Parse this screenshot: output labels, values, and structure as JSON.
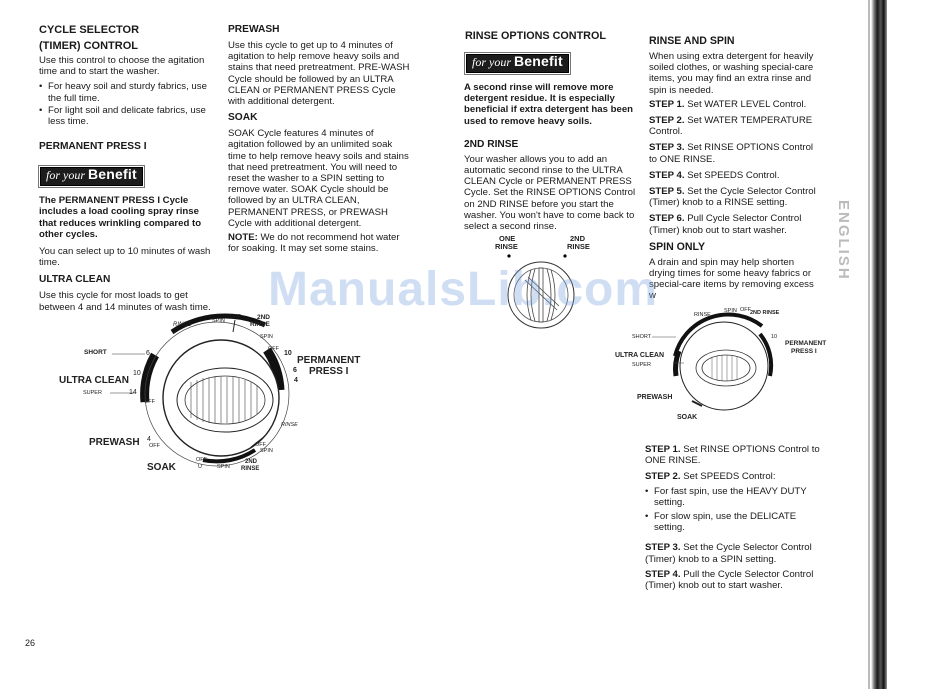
{
  "page_number": "26",
  "watermark": "ManualsLib.com",
  "side_tab": "ENGLISH",
  "benefit": {
    "prefix": "for your",
    "word": "Benefit"
  },
  "col1": {
    "title1": "CYCLE SELECTOR",
    "title2": "(TIMER) CONTROL",
    "intro": "Use this control to choose the agitation time and to start the washer.",
    "bullets": [
      "For heavy soil and sturdy fabrics, use the full time.",
      "For light soil and delicate fabrics, use less time."
    ],
    "pp_title": "PERMANENT PRESS I",
    "pp_benefit": "The PERMANENT PRESS I Cycle includes a load cooling spray rinse that reduces wrinkling compared to other cycles.",
    "pp_text": "You can select up to 10 minutes of wash time.",
    "uc_title": "ULTRA CLEAN",
    "uc_text": "Use this cycle for most loads to get between 4 and 14 minutes of wash time."
  },
  "col2": {
    "prewash_title": "PREWASH",
    "prewash_text": "Use this cycle to get up to 4 minutes of agitation to help remove heavy soils and stains that need pretreatment. PRE-WASH Cycle should be followed by an ULTRA CLEAN or PERMANENT PRESS Cycle with additional detergent.",
    "soak_title": "SOAK",
    "soak_text": "SOAK Cycle features 4 minutes of agitation followed by an unlimited soak time to help remove heavy soils and stains that need pretreatment. You will need to reset the washer to a SPIN setting to remove water. SOAK Cycle should be followed by an ULTRA CLEAN, PERMANENT PRESS, or PREWASH Cycle with additional detergent.",
    "note_label": "NOTE:",
    "note_text": "We do not recommend hot water for soaking. It may set some stains."
  },
  "col3": {
    "title": "RINSE OPTIONS CONTROL",
    "benefit_text": "A second rinse will remove more detergent residue. It is especially beneficial if extra detergent has been used to remove heavy soils.",
    "r2_title": "2ND RINSE",
    "r2_text": "Your washer allows you to add an automatic second rinse to the ULTRA CLEAN Cycle or PERMANENT PRESS Cycle. Set the RINSE OPTIONS Control on 2ND RINSE before you start the washer. You won't have to come back to select a second rinse.",
    "dial_one": "ONE",
    "dial_rinse1": "RINSE",
    "dial_2nd": "2ND",
    "dial_rinse2": "RINSE"
  },
  "col4": {
    "title": "RINSE AND SPIN",
    "intro": "When using extra detergent for heavily soiled clothes, or washing special-care items, you may find an extra rinse and spin is needed.",
    "steps": [
      {
        "label": "STEP 1.",
        "text": "Set WATER LEVEL Control."
      },
      {
        "label": "STEP 2.",
        "text": "Set WATER TEMPERATURE Control."
      },
      {
        "label": "STEP 3.",
        "text": "Set RINSE OPTIONS Control to ONE RINSE."
      },
      {
        "label": "STEP 4.",
        "text": "Set SPEEDS Control."
      },
      {
        "label": "STEP 5.",
        "text": "Set the Cycle Selector Control (Timer) knob to a RINSE setting."
      },
      {
        "label": "STEP 6.",
        "text": "Pull Cycle Selector Control (Timer) knob out to start washer."
      }
    ],
    "spin_title": "SPIN ONLY",
    "spin_intro": "A drain and spin may help shorten drying times for some heavy fabrics or special-care items by removing excess w",
    "spin_steps": [
      {
        "label": "STEP 1.",
        "text": "Set RINSE OPTIONS Control to ONE RINSE."
      },
      {
        "label": "STEP 2.",
        "text": "Set SPEEDS Control:"
      }
    ],
    "spin_bullets": [
      "For fast spin, use the HEAVY DUTY setting.",
      "For slow spin, use the DELICATE setting."
    ],
    "spin_steps2": [
      {
        "label": "STEP 3.",
        "text": "Set the Cycle Selector Control (Timer) knob to a SPIN setting."
      },
      {
        "label": "STEP 4.",
        "text": "Pull the Cycle Selector Control (Timer) knob out to start washer."
      }
    ]
  },
  "big_dial": {
    "rinse": "RINSE",
    "spin": "SPIN",
    "off": "OFF",
    "n2nd": "2ND",
    "rinse2": "RINSE",
    "short": "SHORT",
    "n6": "6",
    "n10": "10",
    "permanent": "PERMANENT",
    "n6b": "6",
    "press": "PRESS I",
    "n4": "4",
    "n10b": "10",
    "ultra": "ULTRA CLEAN",
    "super": "SUPER",
    "n14": "14",
    "off2": "OFF",
    "prewash": "PREWASH",
    "n4b": "4",
    "off3": "OFF",
    "soak": "SOAK",
    "off4": "OFF",
    "u": "U",
    "spin3": "SPIN",
    "n2nd3": "2ND",
    "rinse4": "RINSE",
    "rinse3": "RINSE",
    "spin2": "SPIN",
    "off5": "OFF",
    "off6": "OFF"
  }
}
